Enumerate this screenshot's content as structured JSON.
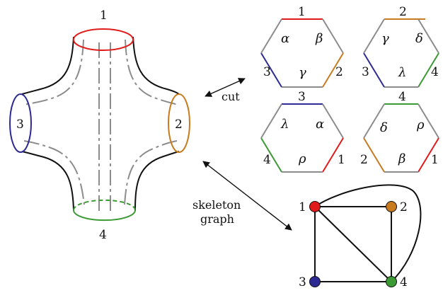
{
  "colors": {
    "red": "#e01b1b",
    "orange": "#c87a1e",
    "blue": "#2e2a93",
    "green": "#3c9a34",
    "gray": "#8c8c8c",
    "black": "#111111"
  },
  "surface": {
    "boundary_labels": {
      "top": "1",
      "right": "2",
      "left": "3",
      "bottom": "4"
    }
  },
  "arrows": {
    "cut_label": "cut",
    "skeleton_label_line1": "skeleton",
    "skeleton_label_line2": "graph"
  },
  "hexagons": [
    {
      "top": "1",
      "left": "3",
      "right": "2",
      "greek_tl": "α",
      "greek_tr": "β",
      "greek_b": "γ"
    },
    {
      "top": "2",
      "left": "3",
      "right": "4",
      "greek_tl": "γ",
      "greek_tr": "δ",
      "greek_b": "λ"
    },
    {
      "top": "3",
      "left": "4",
      "right": "1",
      "greek_tl": "λ",
      "greek_tr": "α",
      "greek_b": "ρ"
    },
    {
      "top": "4",
      "left": "2",
      "right": "1",
      "greek_tl": "δ",
      "greek_tr": "ρ",
      "greek_b": "β"
    }
  ],
  "graph": {
    "nodes": [
      {
        "label": "1",
        "color": "#e01b1b"
      },
      {
        "label": "2",
        "color": "#c87a1e"
      },
      {
        "label": "3",
        "color": "#2e2a93"
      },
      {
        "label": "4",
        "color": "#3c9a34"
      }
    ]
  }
}
